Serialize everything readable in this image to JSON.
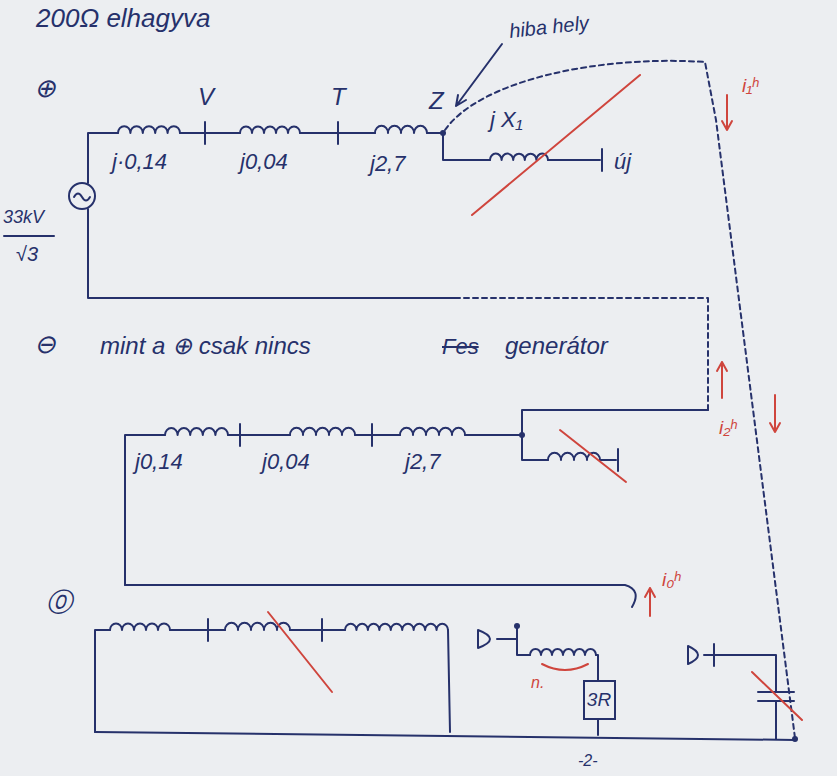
{
  "diagram": {
    "title": "200Ω elhagyva",
    "nodes": [
      {
        "text": [
          "3R"
        ]
      }
    ],
    "labels": [
      "hiba hely",
      "⊕",
      "V",
      "T",
      "Z",
      "j·0,14",
      "j0,04",
      "j2,7",
      "j X₁",
      "új",
      "33kV",
      "√3",
      "i₁ʰ",
      "⊖",
      "mint a ⊕ csak nincs",
      "Fes",
      "generátor",
      "i₂ʰ",
      "j0,14",
      "j0,04",
      "j2,7",
      "⓪",
      "i₀ʰ",
      "n.",
      "-2-"
    ]
  }
}
